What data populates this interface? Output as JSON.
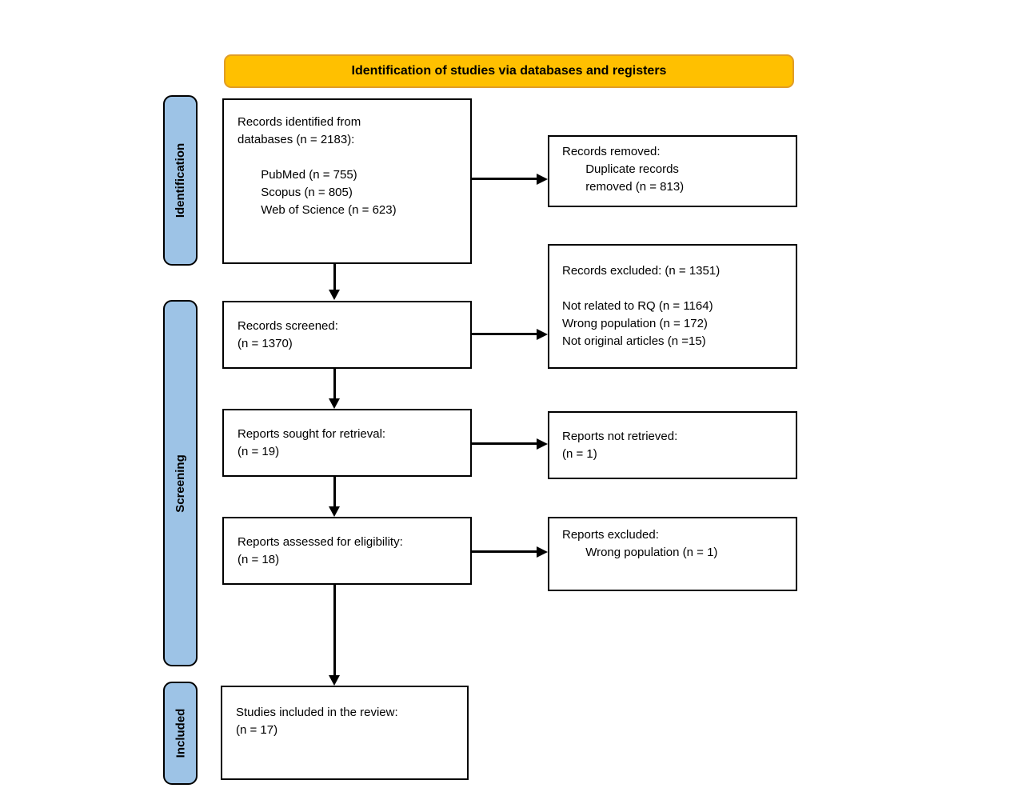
{
  "header": {
    "title": "Identification of studies via databases and registers"
  },
  "sidebar": {
    "identification": "Identification",
    "screening": "Screening",
    "included": "Included"
  },
  "boxes": {
    "records_identified": "Records identified from\ndatabases (n = 2183):\n\n       PubMed (n = 755)\n       Scopus (n = 805)\n       Web of Science (n = 623)",
    "records_removed": "Records removed:\n       Duplicate records\n       removed (n = 813)",
    "records_excluded": "Records excluded: (n = 1351)\n\nNot related to RQ (n = 1164)\nWrong population (n = 172)\nNot original articles (n =15)",
    "records_screened": "Records screened:\n(n = 1370)",
    "reports_sought": "Reports sought for retrieval:\n(n = 19)",
    "reports_not_retrieved": "Reports not retrieved:\n(n = 1)",
    "reports_assessed": "Reports assessed for eligibility:\n(n = 18)",
    "reports_excluded": "Reports excluded:\n       Wrong population (n = 1)",
    "studies_included": "Studies included in the review:\n(n = 17)"
  },
  "colors": {
    "banner_fill": "#FFC000",
    "banner_border": "#E19D25",
    "stage_fill": "#9DC3E6",
    "stage_border": "#000000",
    "box_border": "#000000",
    "arrow": "#000000",
    "text": "#000000",
    "background": "#FFFFFF"
  }
}
